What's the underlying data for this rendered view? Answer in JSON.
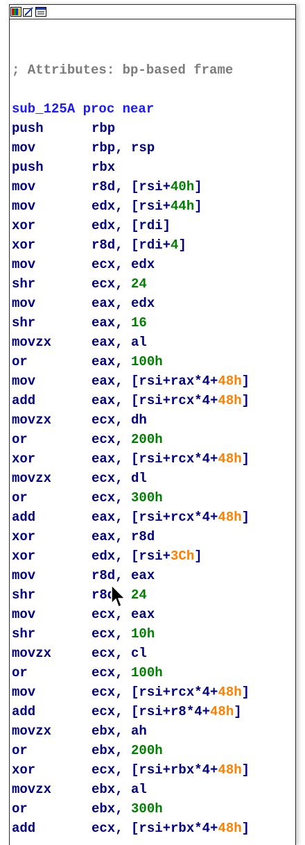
{
  "comment": "; Attributes: bp-based frame",
  "proc_header": "sub_125A proc near",
  "instructions": [
    {
      "m": "push",
      "pre": "rbp"
    },
    {
      "m": "mov",
      "pre": "rbp, rsp"
    },
    {
      "m": "push",
      "pre": "rbx"
    },
    {
      "m": "mov",
      "pre": "r8d, [rsi+",
      "num": "40h",
      "post": "]"
    },
    {
      "m": "mov",
      "pre": "edx, [rsi+",
      "num": "44h",
      "post": "]"
    },
    {
      "m": "xor",
      "pre": "edx, [rdi]"
    },
    {
      "m": "xor",
      "pre": "r8d, [rdi+",
      "num": "4",
      "post": "]"
    },
    {
      "m": "mov",
      "pre": "ecx, edx"
    },
    {
      "m": "shr",
      "pre": "ecx, ",
      "num": "24"
    },
    {
      "m": "mov",
      "pre": "eax, edx"
    },
    {
      "m": "shr",
      "pre": "eax, ",
      "num": "16"
    },
    {
      "m": "movzx",
      "pre": "eax, al"
    },
    {
      "m": "or",
      "pre": "eax, ",
      "num": "100h"
    },
    {
      "m": "mov",
      "pre": "eax, [rsi+rax*4+",
      "off": "48h",
      "post": "]"
    },
    {
      "m": "add",
      "pre": "eax, [rsi+rcx*4+",
      "off": "48h",
      "post": "]"
    },
    {
      "m": "movzx",
      "pre": "ecx, dh"
    },
    {
      "m": "or",
      "pre": "ecx, ",
      "num": "200h"
    },
    {
      "m": "xor",
      "pre": "eax, [rsi+rcx*4+",
      "off": "48h",
      "post": "]"
    },
    {
      "m": "movzx",
      "pre": "ecx, dl"
    },
    {
      "m": "or",
      "pre": "ecx, ",
      "num": "300h"
    },
    {
      "m": "add",
      "pre": "eax, [rsi+rcx*4+",
      "off": "48h",
      "post": "]"
    },
    {
      "m": "xor",
      "pre": "eax, r8d"
    },
    {
      "m": "xor",
      "pre": "edx, [rsi+",
      "off": "3Ch",
      "post": "]"
    },
    {
      "m": "mov",
      "pre": "r8d, eax"
    },
    {
      "m": "shr",
      "pre": "r8d, ",
      "num": "24"
    },
    {
      "m": "mov",
      "pre": "ecx, eax"
    },
    {
      "m": "shr",
      "pre": "ecx, ",
      "num": "10h"
    },
    {
      "m": "movzx",
      "pre": "ecx, cl"
    },
    {
      "m": "or",
      "pre": "ecx, ",
      "num": "100h"
    },
    {
      "m": "mov",
      "pre": "ecx, [rsi+rcx*4+",
      "off": "48h",
      "post": "]"
    },
    {
      "m": "add",
      "pre": "ecx, [rsi+r8*4+",
      "off": "48h",
      "post": "]"
    },
    {
      "m": "movzx",
      "pre": "ebx, ah"
    },
    {
      "m": "or",
      "pre": "ebx, ",
      "num": "200h"
    },
    {
      "m": "xor",
      "pre": "ecx, [rsi+rbx*4+",
      "off": "48h",
      "post": "]"
    },
    {
      "m": "movzx",
      "pre": "ebx, al"
    },
    {
      "m": "or",
      "pre": "ebx, ",
      "num": "300h"
    },
    {
      "m": "add",
      "pre": "ecx, [rsi+rbx*4+",
      "off": "48h",
      "post": "]"
    }
  ],
  "colors": {
    "mnemonic": "#000080",
    "label": "#1a1aff",
    "comment": "#7c7c7c",
    "number": "#008000",
    "offset": "#ff8000"
  },
  "titlebar_icons": [
    "graph-overview-icon",
    "edit-node-icon",
    "node-list-icon"
  ]
}
